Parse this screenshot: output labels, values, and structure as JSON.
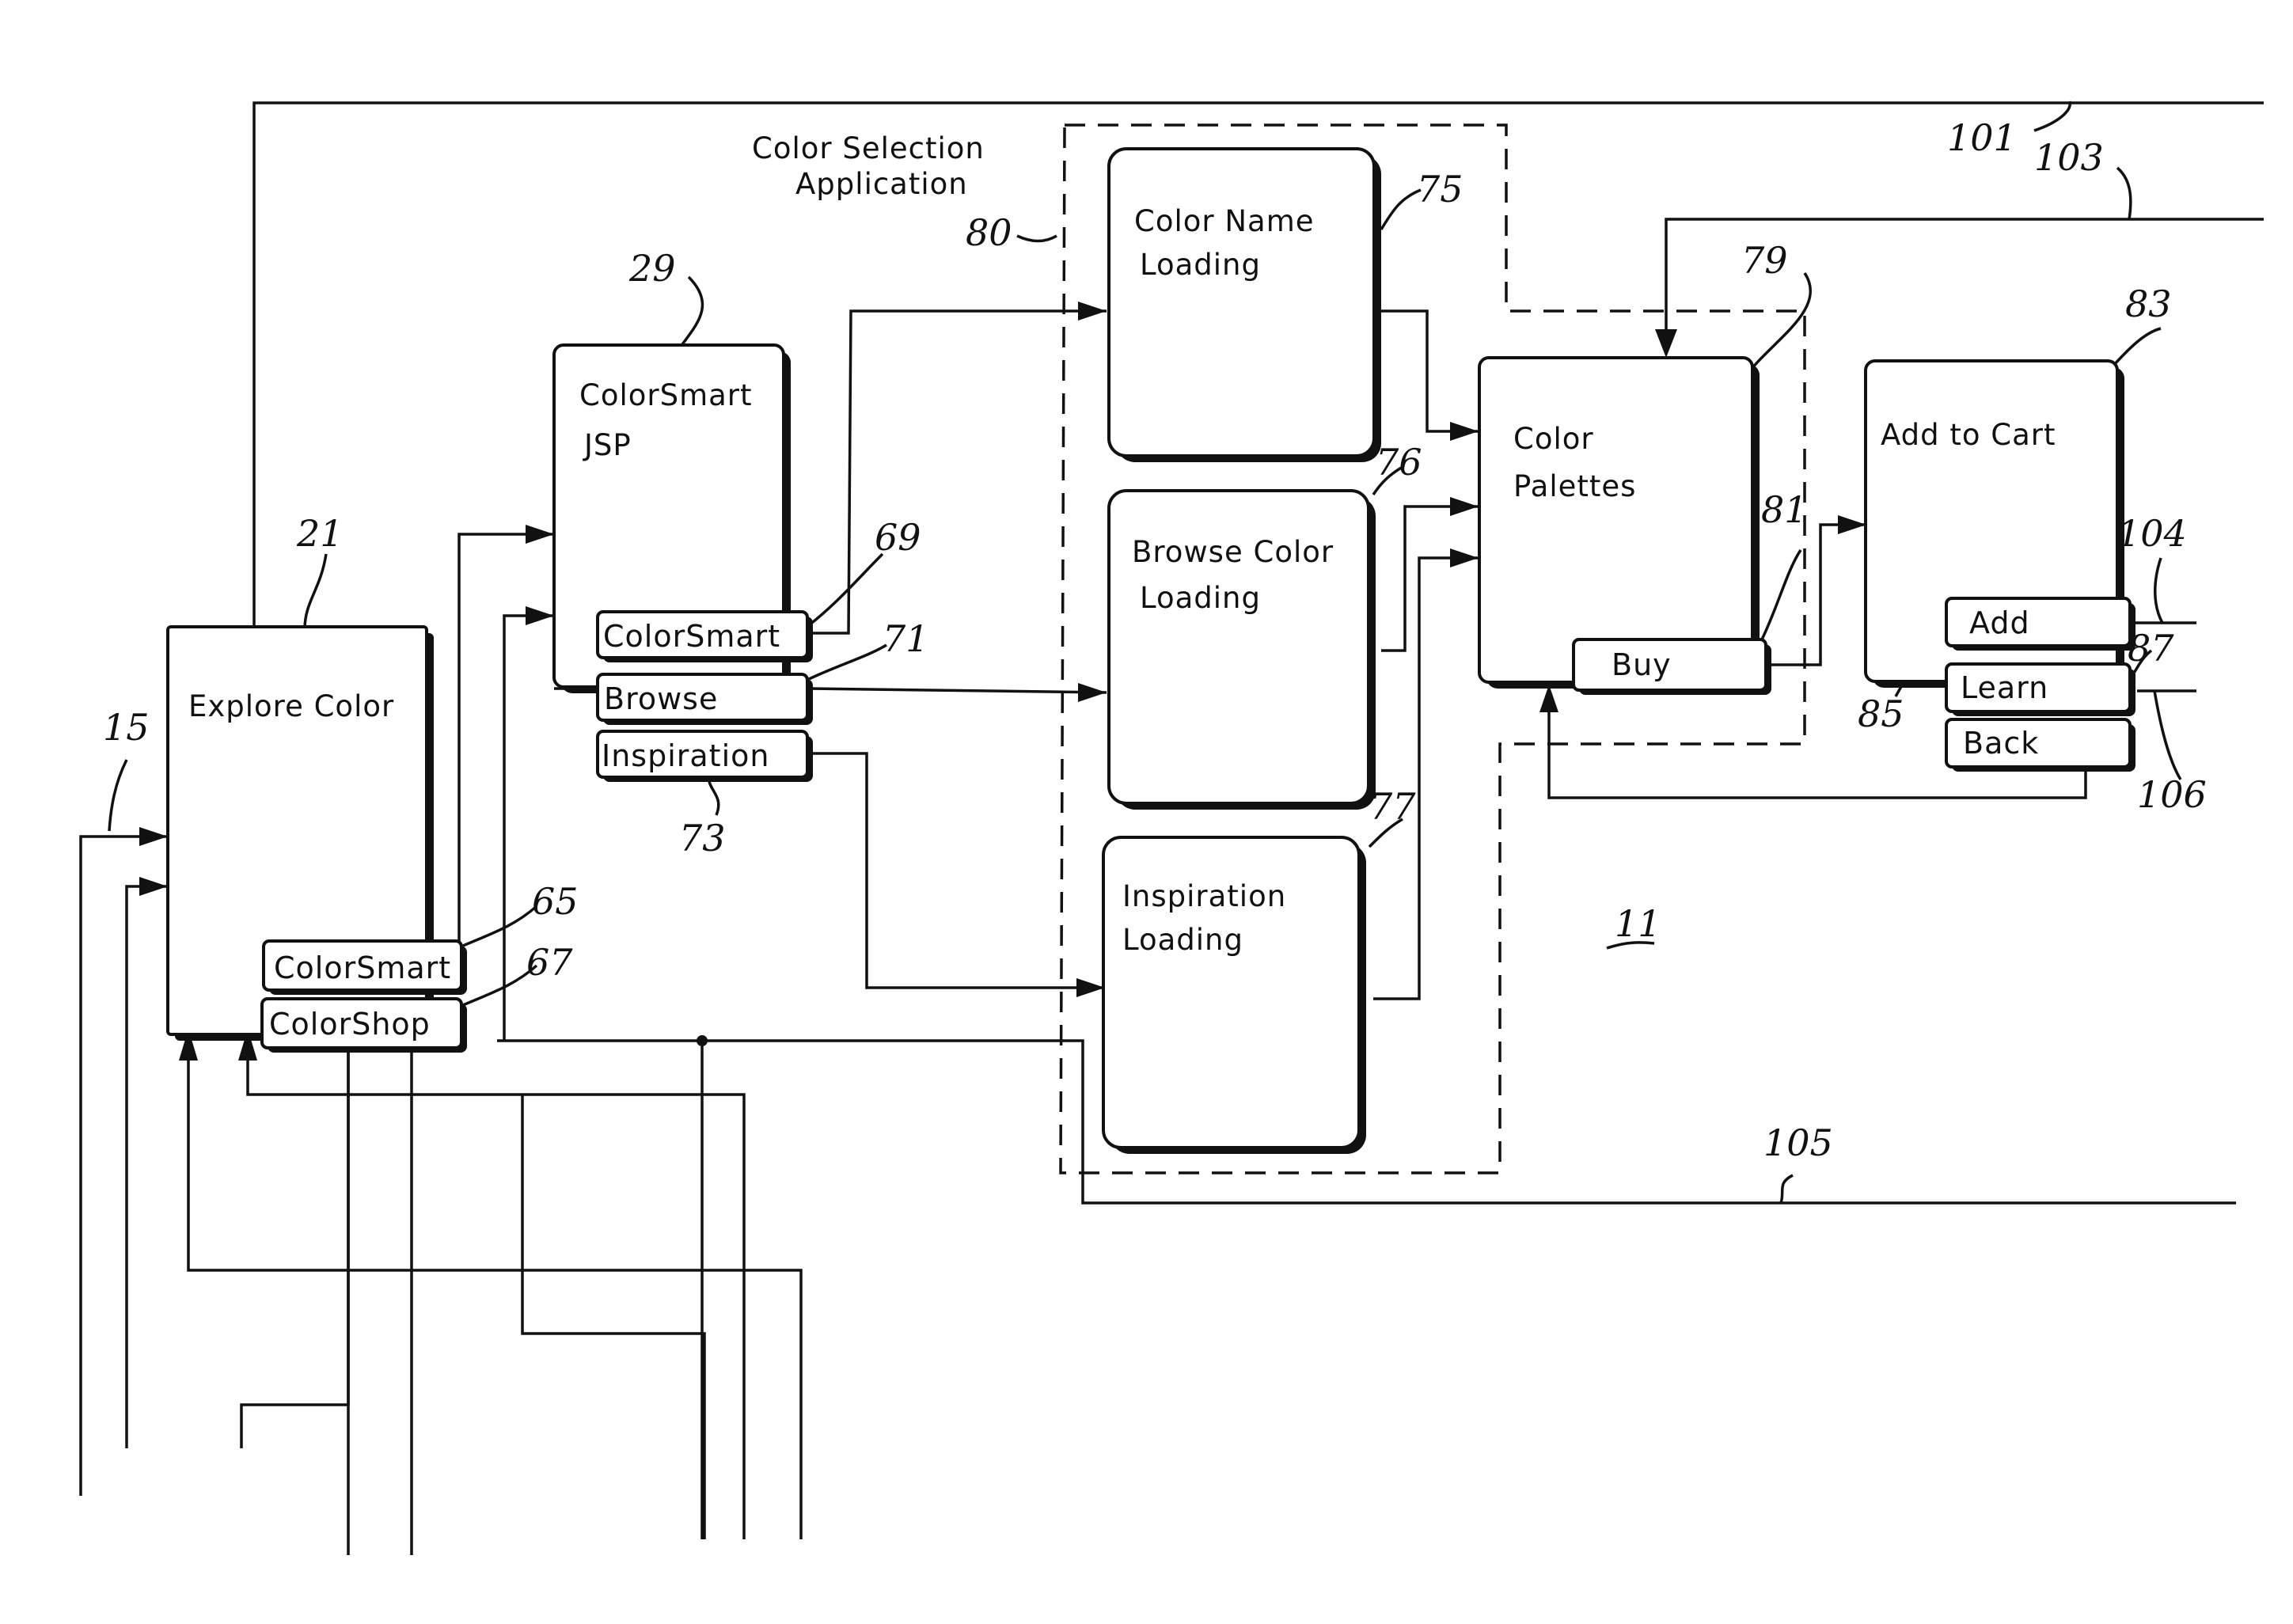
{
  "title": {
    "line1": "Color Selection",
    "line2": "Application"
  },
  "boxes": {
    "explore_color": "Explore Color",
    "colorsmart_jsp": {
      "line1": "ColorSmart",
      "line2": "JSP"
    },
    "color_name_loading": {
      "line1": "Color Name",
      "line2": "Loading"
    },
    "browse_color_loading": {
      "line1": "Browse Color",
      "line2": "Loading"
    },
    "inspiration_loading": {
      "line1": "Inspiration",
      "line2": "Loading"
    },
    "color_palettes": {
      "line1": "Color",
      "line2": "Palettes"
    },
    "add_to_cart": "Add to Cart"
  },
  "buttons": {
    "colorsmart_65": "ColorSmart",
    "colorshop_67": "ColorShop",
    "colorsmart_69": "ColorSmart",
    "browse_71": "Browse",
    "inspiration_73": "Inspiration",
    "buy_81": "Buy",
    "add_85": "Add",
    "learn_87": "Learn",
    "back": "Back"
  },
  "refs": {
    "r11": "11",
    "r15": "15",
    "r21": "21",
    "r29": "29",
    "r65": "65",
    "r67": "67",
    "r69": "69",
    "r71": "71",
    "r73": "73",
    "r75": "75",
    "r76": "76",
    "r77": "77",
    "r79": "79",
    "r80": "80",
    "r81": "81",
    "r83": "83",
    "r85": "85",
    "r87": "87",
    "r101": "101",
    "r103": "103",
    "r104": "104",
    "r105": "105",
    "r106": "106"
  }
}
